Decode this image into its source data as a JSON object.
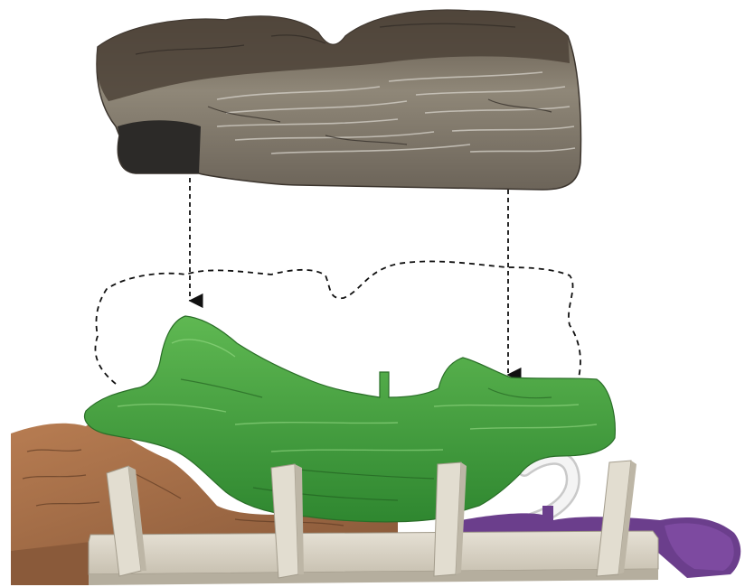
{
  "illustration": {
    "colors": {
      "background": "#ffffff",
      "log_bark_dark": "#4a4038",
      "log_bark_mid": "#7a6c5c",
      "log_bark_light": "#c9c4bc",
      "log_cavity": "#2c2a28",
      "green_log": "#3f9a3a",
      "green_log_light": "#6cc25e",
      "copper_rock": "#9a6440",
      "copper_rock_light": "#c98e62",
      "purple_ember": "#6b3e8c",
      "burner_pipe": "#ececec",
      "grate_beige": "#dcd6c8",
      "grate_shadow": "#b5ae9e",
      "arrow": "#111111"
    },
    "parts": [
      "top-log",
      "green-log",
      "copper-rock",
      "purple-ember-bed",
      "burner-pipe",
      "grate-rail",
      "grate-posts"
    ],
    "annotations": {
      "arrows": 2,
      "outline_style": "dashed"
    }
  }
}
